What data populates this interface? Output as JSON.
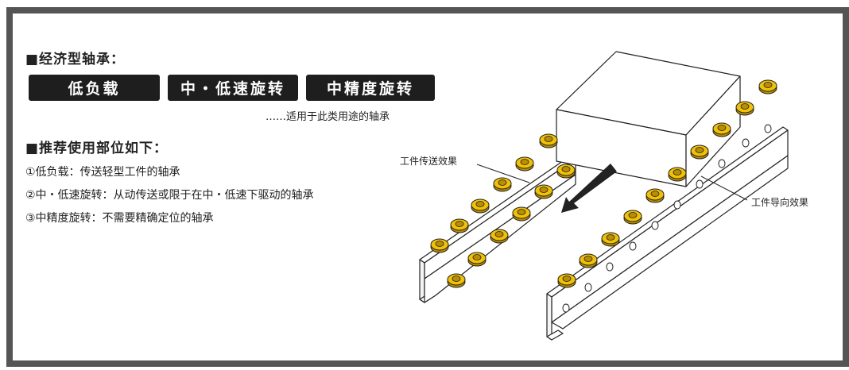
{
  "heading_bearings": "■经济型轴承：",
  "tags": [
    "低负载",
    "中・低速旋转",
    "中精度旋转"
  ],
  "tags_note": "……适用于此类用途的轴承",
  "heading_uses": "■推荐使用部位如下：",
  "uses": [
    "①低负载：传送轻型工件的轴承",
    "②中・低速旋转：从动传送或限于在中・低速下驱动的轴承",
    "③中精度旋转：不需要精确定位的轴承"
  ],
  "callouts": {
    "conveying": "工件传送效果",
    "guiding": "工件导向效果"
  },
  "colors": {
    "frame": "#555555",
    "tag_bg": "#1e1e1e",
    "bearing": "#f2c200",
    "bearing_dark": "#b98e00"
  }
}
